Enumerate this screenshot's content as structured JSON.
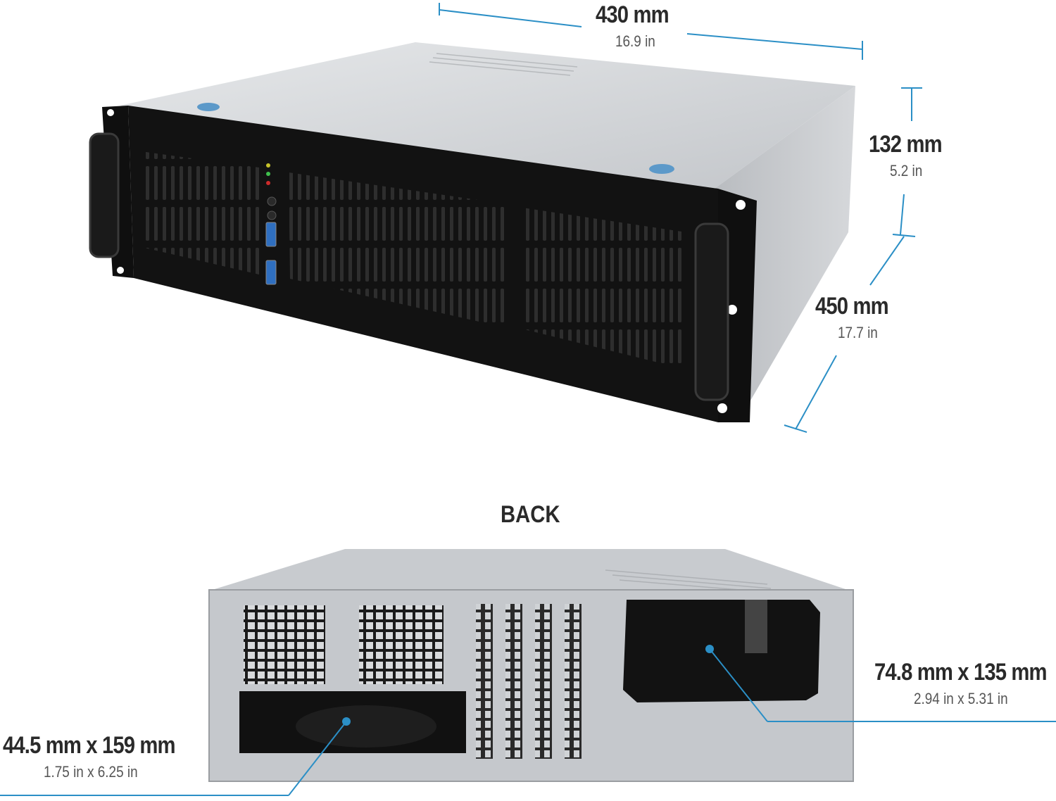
{
  "colors": {
    "accent": "#2b8fc6",
    "chassis_front": "#111111",
    "chassis_body": "#c9ccd0",
    "text": "#2a2a2a"
  },
  "dimensions": {
    "width": {
      "metric": "430 mm",
      "imperial": "16.9 in"
    },
    "height": {
      "metric": "132 mm",
      "imperial": "5.2 in"
    },
    "depth": {
      "metric": "450 mm",
      "imperial": "17.7 in"
    }
  },
  "back": {
    "title": "BACK",
    "psu_opening": {
      "metric": "74.8 mm x 135 mm",
      "imperial": "2.94 in x 5.31 in"
    },
    "low_opening": {
      "metric": "44.5 mm x 159 mm",
      "imperial": "1.75 in x 6.25 in"
    }
  },
  "front_panel_icons": [
    "hdd-led-icon",
    "network-led-icon",
    "reset-icon",
    "power-icon",
    "usb-icon",
    "usb-icon"
  ]
}
